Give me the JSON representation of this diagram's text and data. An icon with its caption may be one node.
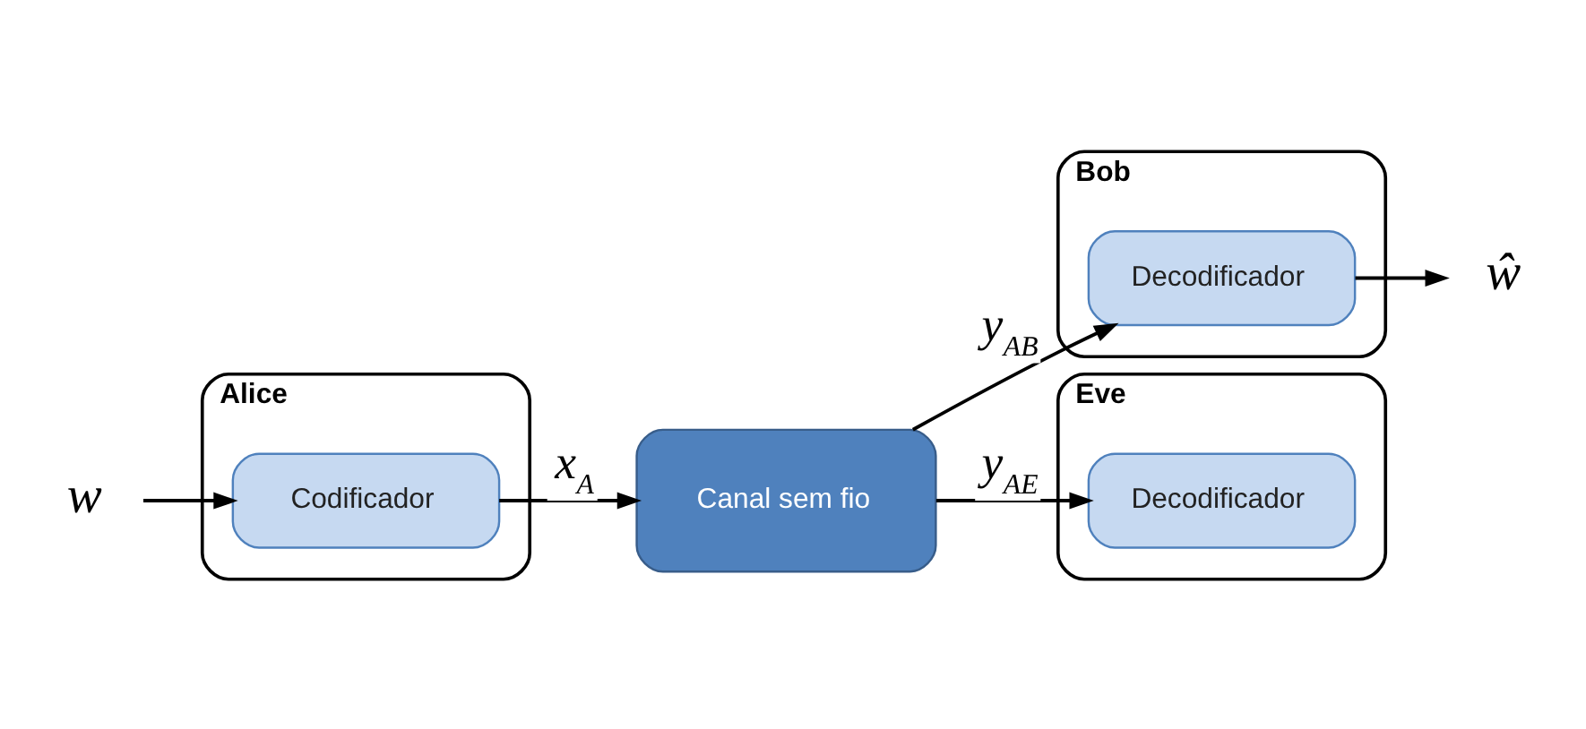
{
  "diagram": {
    "nodes": [
      {
        "text": [
          "Alice"
        ]
      },
      {
        "text": [
          "w"
        ]
      },
      {
        "text": [
          "Codificador"
        ],
        "in": 0
      },
      {
        "text": [
          "Canal sem fio"
        ]
      },
      {
        "text": [
          "Bob"
        ]
      },
      {
        "text": [
          "Decodificador"
        ],
        "in": 4
      },
      {
        "text": [
          "ŵ"
        ]
      },
      {
        "text": [
          "Eve"
        ]
      },
      {
        "text": [
          "Decodificador"
        ],
        "in": 7
      }
    ],
    "edges": [
      {
        "from": 1,
        "to": 2,
        "arrow": "to"
      },
      {
        "from": 2,
        "to": 3,
        "arrow": "to",
        "label": "x$_{A}$"
      },
      {
        "from": 3,
        "to": 5,
        "arrow": "to",
        "label": "y$_{AB}$"
      },
      {
        "from": 5,
        "to": 6,
        "arrow": "to"
      },
      {
        "from": 3,
        "to": 8,
        "arrow": "to",
        "label": "y$_{AE}$"
      }
    ]
  }
}
